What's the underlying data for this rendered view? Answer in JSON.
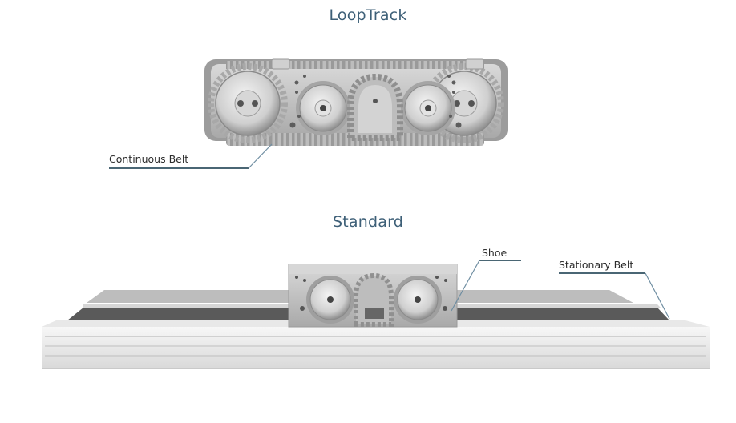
{
  "titles": {
    "top": "LoopTrack",
    "bottom": "Standard"
  },
  "callouts": {
    "continuous_belt": "Continuous Belt",
    "shoe": "Shoe",
    "stationary_belt": "Stationary Belt"
  },
  "colors": {
    "title": "#3d5f77",
    "leader_dark": "#0f3347",
    "leader_light": "#6f8ea2",
    "metal": "#c9c9c9",
    "belt": "#b8b8b8"
  }
}
